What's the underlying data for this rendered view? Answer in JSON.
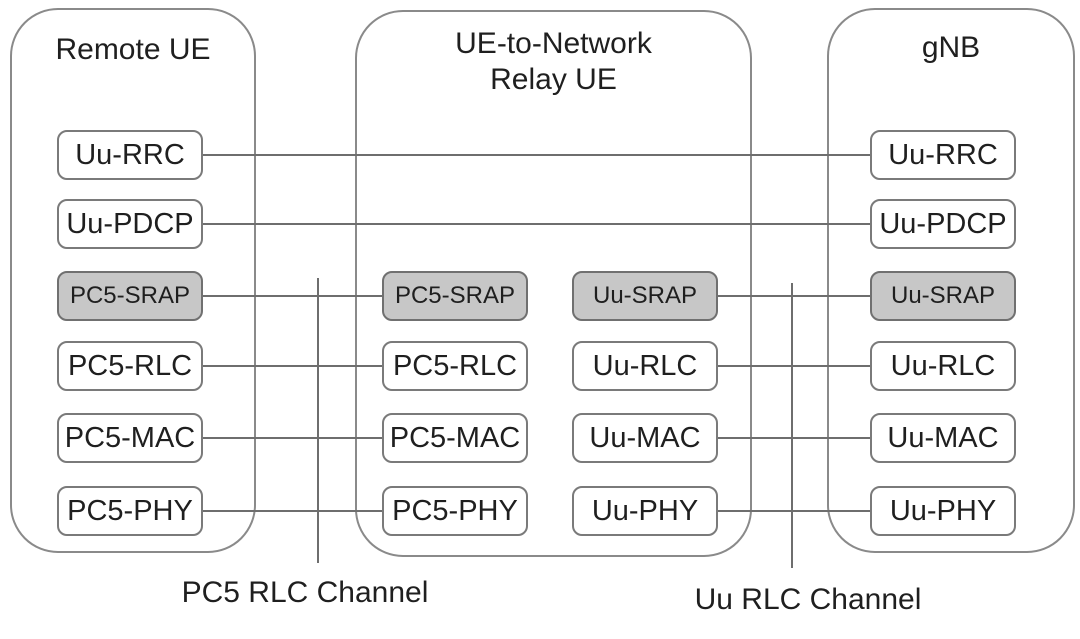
{
  "nodes": {
    "remote_ue": {
      "title": "Remote UE",
      "layers": [
        "Uu-RRC",
        "Uu-PDCP",
        "PC5-SRAP",
        "PC5-RLC",
        "PC5-MAC",
        "PC5-PHY"
      ]
    },
    "relay_ue": {
      "title_line1": "UE-to-Network",
      "title_line2": "Relay UE",
      "pc5_layers": [
        "PC5-SRAP",
        "PC5-RLC",
        "PC5-MAC",
        "PC5-PHY"
      ],
      "uu_layers": [
        "Uu-SRAP",
        "Uu-RLC",
        "Uu-MAC",
        "Uu-PHY"
      ]
    },
    "gnb": {
      "title": "gNB",
      "layers": [
        "Uu-RRC",
        "Uu-PDCP",
        "Uu-SRAP",
        "Uu-RLC",
        "Uu-MAC",
        "Uu-PHY"
      ]
    }
  },
  "channels": {
    "pc5_label": "PC5 RLC Channel",
    "uu_label": "Uu RLC Channel"
  },
  "colors": {
    "line": "#6e6e6e",
    "container_border": "#8a8a8a",
    "box_border": "#7a7a7a",
    "box_fill": "#ffffff",
    "srap_fill": "#c7c7c7",
    "srap_border": "#707070",
    "text": "#1f1f1f"
  }
}
